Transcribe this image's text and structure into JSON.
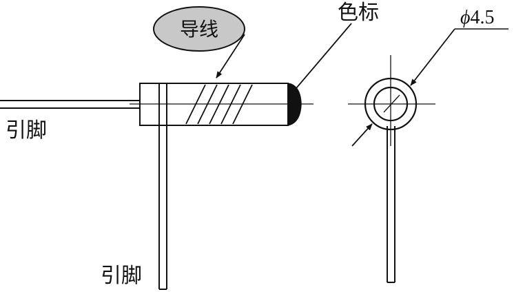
{
  "labels": {
    "wire": "导线",
    "color_mark": "色标",
    "lead_left": "引脚",
    "lead_bottom": "引脚"
  },
  "dimension": {
    "symbol": "ϕ",
    "value": "4.5"
  },
  "colors": {
    "stroke": "#111111",
    "callout_fill": "#c8c8c8",
    "color_mark_fill": "#111111"
  }
}
